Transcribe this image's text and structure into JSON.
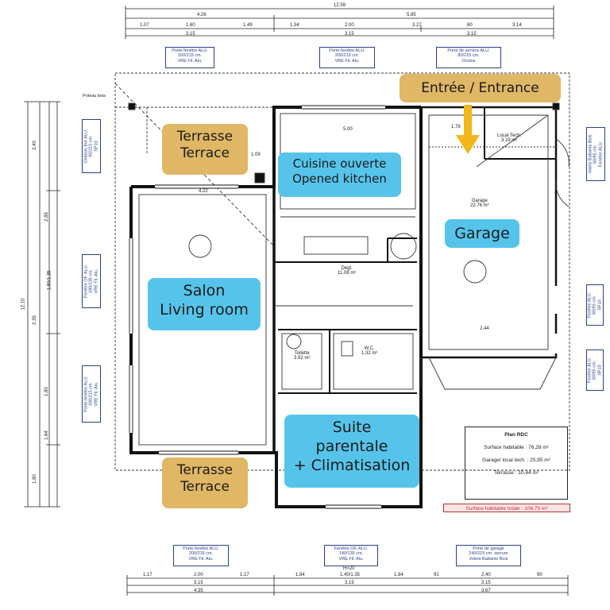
{
  "labels": {
    "terrace_top": {
      "fr": "Terrasse",
      "en": "Terrace"
    },
    "terrace_bottom": {
      "fr": "Terrasse",
      "en": "Terrace"
    },
    "kitchen": {
      "fr": "Cuisine ouverte",
      "en": "Opened kitchen"
    },
    "entrance": "Entrée / Entrance",
    "garage": "Garage",
    "salon": {
      "fr": "Salon",
      "en": "Living room"
    },
    "suite": {
      "line1": "Suite",
      "line2": "parentale",
      "line3": "+ Climatisation"
    }
  },
  "windows_top": [
    {
      "l1": "Porte-fenêtre ALU.",
      "l2": "160/215 cm.",
      "l3": "VRE Fil. Alu."
    },
    {
      "l1": "Porte-fenêtre ALU.",
      "l2": "200/215 cm.",
      "l3": "VRE Fil. Alu."
    },
    {
      "l1": "Porte de service ALU.",
      "l2": "80/215 cm.",
      "l3": "Oculus"
    }
  ],
  "windows_bottom": [
    {
      "l1": "Porte-fenêtre ALU.",
      "l2": "200/215 cm.",
      "l3": "VRE Fil. Alu."
    },
    {
      "l1": "Fenêtre OF. ALU.",
      "l2": "140/135 cm.",
      "l3": "VRE Fil. Alu."
    },
    {
      "l1": "Porte de garage",
      "l2": "240/215 cm. serrure",
      "l3": "Volets Battants Bois"
    }
  ],
  "windows_left": [
    {
      "l1": "Châssis fixe ALU.",
      "l2": "60/215 cm.",
      "l3": "SP10"
    },
    {
      "l1": "Fenêtre OF. ALU.",
      "l2": "180/135 cm.",
      "l3": "VRE Fil. Alu."
    },
    {
      "l1": "Porte-fenêtre ALU.",
      "l2": "180/215 cm.",
      "l3": "VRE Fil. Alu."
    }
  ],
  "windows_right": [
    {
      "l1": "Volets Battants Bois",
      "l2": "60/95 cm.",
      "l3": "Fenêtre ALU."
    },
    {
      "l1": "Fenêtre ALU.",
      "l2": "60/95 cm.",
      "l3": "SP10"
    },
    {
      "l1": "Fenêtre ALU.",
      "l2": "60/95 cm.",
      "l3": "SP10"
    }
  ],
  "rooms": {
    "local_tech": {
      "name": "Local Tech.",
      "area": "3.19 m²"
    },
    "garage": {
      "name": "Garage",
      "area": "22.76 m²"
    },
    "degt": {
      "name": "Dégt.",
      "area": "11.08 m²"
    },
    "toilette": {
      "name": "Toilette",
      "area": "3.92 m²"
    },
    "wc": {
      "name": "W.C.",
      "area": "1.32 m²"
    }
  },
  "poteau": "Poteau bois",
  "dims_top": {
    "total": "12.59",
    "left": "4.26",
    "right": "5.85",
    "row3": [
      "1.07",
      "1.60",
      "1.49",
      "1.34",
      "2.00",
      "3.27",
      "80",
      "3.14"
    ],
    "sub": [
      "3.15",
      "3.15",
      "3.15"
    ]
  },
  "dims_bottom": {
    "row1": [
      "1.17",
      "2.00",
      "1.17",
      "1.84",
      "1.40/1.35",
      "1.84",
      "91",
      "2.40",
      "90"
    ],
    "row2": [
      "3.15",
      "3.15",
      "3.15"
    ],
    "row3": [
      "4.35",
      "3.67"
    ],
    "h": "H=20"
  },
  "dims_left": {
    "total": "12.10",
    "segs": [
      "2.40",
      "2.89",
      "1.80/1.35",
      "2.35",
      "1.80",
      "1.64",
      "1.80"
    ]
  },
  "interior_dims": [
    "4.22",
    "5.00",
    "1.09",
    "1.76",
    "2.44"
  ],
  "summary": {
    "title": "Plan RDC",
    "habitable": "Surface habitable : 76,28 m²",
    "garage": "Garage/ local tech. : 25,95 m²",
    "terrasse": "Terrasse : 10,44 m²",
    "total": "Surface habitable totale : 106,75 m²"
  },
  "colors": {
    "tan": "#e0b765",
    "blue": "#56c4ea",
    "arrow": "#f2b81a",
    "wall": "#111111",
    "window_text": "#2a3f8a"
  }
}
